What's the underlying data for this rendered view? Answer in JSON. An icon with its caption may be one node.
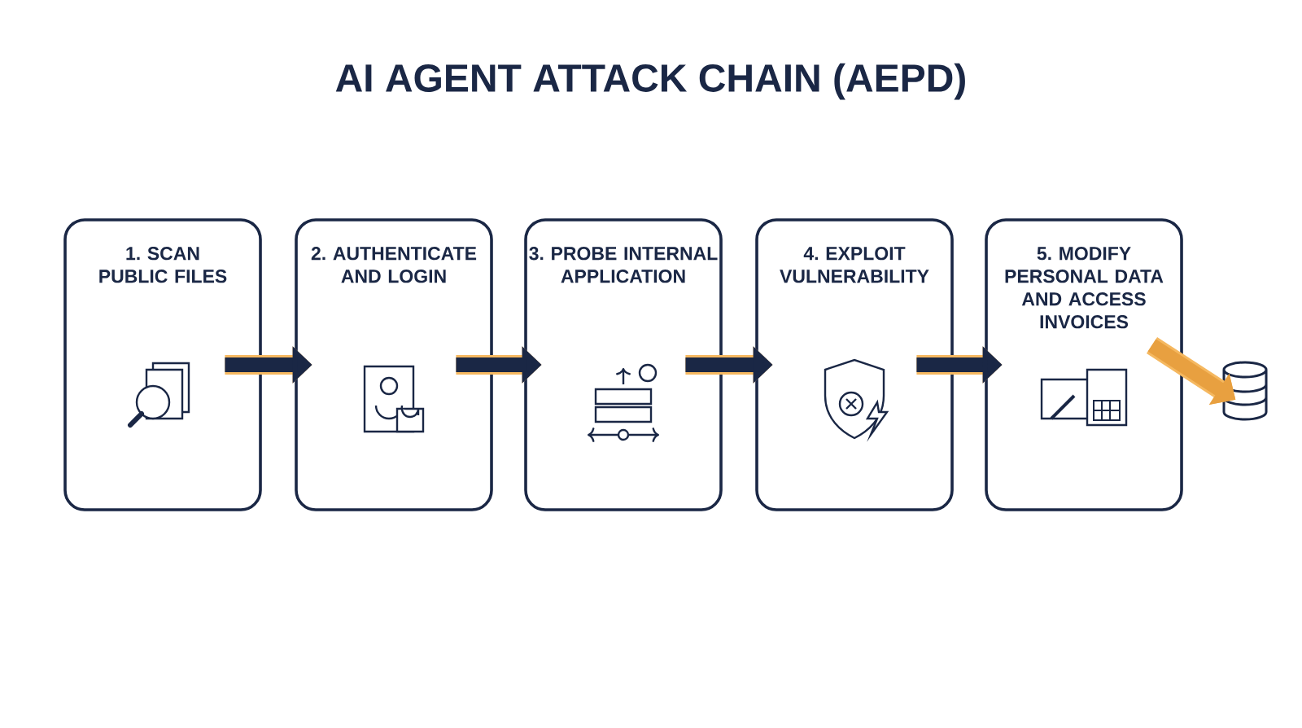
{
  "diagram": {
    "title": "AI AGENT ATTACK CHAIN (AEPD)",
    "nodes": [
      {
        "text": [
          "1. SCAN PUBLIC FILES"
        ]
      },
      {
        "text": [
          "2. AUTHENTICATE AND LOGIN"
        ]
      },
      {
        "text": [
          "3. PROBE INTERNAL APPLICATION"
        ]
      },
      {
        "text": [
          "4. EXPLOIT VULNERABILITY"
        ]
      },
      {
        "text": [
          "5. MODIFY PERSONAL DATA AND ACCESS INVOICES"
        ]
      },
      {
        "text": [],
        "shape": "cylinder"
      }
    ],
    "edges": [
      {
        "from": 0,
        "to": 1,
        "arrow": "to"
      },
      {
        "from": 1,
        "to": 2,
        "arrow": "to"
      },
      {
        "from": 2,
        "to": 3,
        "arrow": "to"
      },
      {
        "from": 3,
        "to": 4,
        "arrow": "to"
      },
      {
        "from": 4,
        "to": 5,
        "arrow": "to",
        "color": "#e8a040"
      }
    ]
  }
}
